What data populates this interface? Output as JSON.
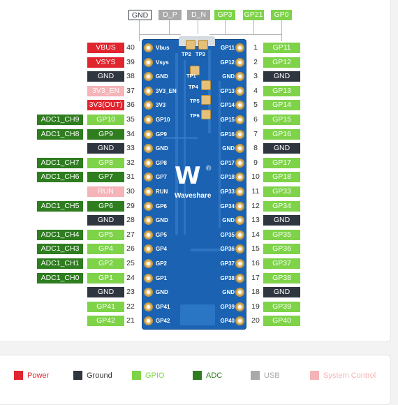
{
  "colors": {
    "power": "#e0252f",
    "ground": "#2f3640",
    "gpio": "#7ed348",
    "adc": "#2e7d1f",
    "usb": "#a9a9a9",
    "system_control": "#f4b4b8",
    "pcb": "#1b63b2"
  },
  "top_labels": [
    {
      "text": "GND",
      "type": "ground"
    },
    {
      "text": "D_P",
      "type": "usb"
    },
    {
      "text": "D_N",
      "type": "usb"
    },
    {
      "text": "GP3",
      "type": "gpio"
    },
    {
      "text": "GP21",
      "type": "gpio"
    },
    {
      "text": "GP0",
      "type": "gpio"
    }
  ],
  "left_pins": [
    {
      "num": "40",
      "silk": "Vbus",
      "label": "VBUS",
      "type": "power"
    },
    {
      "num": "39",
      "silk": "Vsys",
      "label": "VSYS",
      "type": "power"
    },
    {
      "num": "38",
      "silk": "GND",
      "label": "GND",
      "type": "ground"
    },
    {
      "num": "37",
      "silk": "3V3_EN",
      "label": "3V3_EN",
      "type": "system_control"
    },
    {
      "num": "36",
      "silk": "3V3",
      "label": "3V3(OUT)",
      "type": "power"
    },
    {
      "num": "35",
      "silk": "GP10",
      "label": "GP10",
      "type": "gpio",
      "adc": "ADC1_CH9"
    },
    {
      "num": "34",
      "silk": "GP9",
      "label": "GP9",
      "type": "adc_pair",
      "adc": "ADC1_CH8"
    },
    {
      "num": "33",
      "silk": "GND",
      "label": "GND",
      "type": "ground"
    },
    {
      "num": "32",
      "silk": "GP8",
      "label": "GP8",
      "type": "gpio",
      "adc": "ADC1_CH7"
    },
    {
      "num": "31",
      "silk": "GP7",
      "label": "GP7",
      "type": "adc_pair",
      "adc": "ADC1_CH6"
    },
    {
      "num": "30",
      "silk": "RUN",
      "label": "RUN",
      "type": "system_control"
    },
    {
      "num": "29",
      "silk": "GP6",
      "label": "GP6",
      "type": "adc_pair",
      "adc": "ADC1_CH5"
    },
    {
      "num": "28",
      "silk": "GND",
      "label": "GND",
      "type": "ground"
    },
    {
      "num": "27",
      "silk": "GP5",
      "label": "GP5",
      "type": "gpio",
      "adc": "ADC1_CH4"
    },
    {
      "num": "26",
      "silk": "GP4",
      "label": "GP4",
      "type": "gpio",
      "adc": "ADC1_CH3"
    },
    {
      "num": "25",
      "silk": "GP2",
      "label": "GP2",
      "type": "gpio",
      "adc": "ADC1_CH1"
    },
    {
      "num": "24",
      "silk": "GP1",
      "label": "GP1",
      "type": "gpio",
      "adc": "ADC1_CH0"
    },
    {
      "num": "23",
      "silk": "GND",
      "label": "GND",
      "type": "ground"
    },
    {
      "num": "22",
      "silk": "GP41",
      "label": "GP41",
      "type": "gpio"
    },
    {
      "num": "21",
      "silk": "GP42",
      "label": "GP42",
      "type": "gpio"
    }
  ],
  "right_pins": [
    {
      "num": "1",
      "silk": "GP11",
      "label": "GP11",
      "type": "gpio"
    },
    {
      "num": "2",
      "silk": "GP12",
      "label": "GP12",
      "type": "gpio"
    },
    {
      "num": "3",
      "silk": "GND",
      "label": "GND",
      "type": "ground"
    },
    {
      "num": "4",
      "silk": "GP13",
      "label": "GP13",
      "type": "gpio"
    },
    {
      "num": "5",
      "silk": "GP14",
      "label": "GP14",
      "type": "gpio"
    },
    {
      "num": "6",
      "silk": "GP15",
      "label": "GP15",
      "type": "gpio"
    },
    {
      "num": "7",
      "silk": "GP16",
      "label": "GP16",
      "type": "gpio"
    },
    {
      "num": "8",
      "silk": "GND",
      "label": "GND",
      "type": "ground"
    },
    {
      "num": "9",
      "silk": "GP17",
      "label": "GP17",
      "type": "gpio"
    },
    {
      "num": "10",
      "silk": "GP18",
      "label": "GP18",
      "type": "gpio"
    },
    {
      "num": "11",
      "silk": "GP33",
      "label": "GP33",
      "type": "gpio"
    },
    {
      "num": "12",
      "silk": "GP34",
      "label": "GP34",
      "type": "gpio"
    },
    {
      "num": "13",
      "silk": "GND",
      "label": "GND",
      "type": "ground"
    },
    {
      "num": "14",
      "silk": "GP35",
      "label": "GP35",
      "type": "gpio"
    },
    {
      "num": "15",
      "silk": "GP36",
      "label": "GP36",
      "type": "gpio"
    },
    {
      "num": "16",
      "silk": "GP37",
      "label": "GP37",
      "type": "gpio"
    },
    {
      "num": "17",
      "silk": "GP38",
      "label": "GP38",
      "type": "gpio"
    },
    {
      "num": "18",
      "silk": "GND",
      "label": "GND",
      "type": "ground"
    },
    {
      "num": "19",
      "silk": "GP39",
      "label": "GP39",
      "type": "gpio"
    },
    {
      "num": "20",
      "silk": "GP40",
      "label": "GP40",
      "type": "gpio"
    }
  ],
  "test_points": [
    "TP2",
    "TP3",
    "TP1",
    "TP4",
    "TP5",
    "TP6"
  ],
  "brand": "Waveshare",
  "logo_mark": "W",
  "registered": "®",
  "legend": [
    {
      "label": "Power",
      "type": "power"
    },
    {
      "label": "Ground",
      "type": "ground"
    },
    {
      "label": "GPIO",
      "type": "gpio"
    },
    {
      "label": "ADC",
      "type": "adc"
    },
    {
      "label": "USB",
      "type": "usb"
    },
    {
      "label": "System Control",
      "type": "system_control"
    }
  ]
}
